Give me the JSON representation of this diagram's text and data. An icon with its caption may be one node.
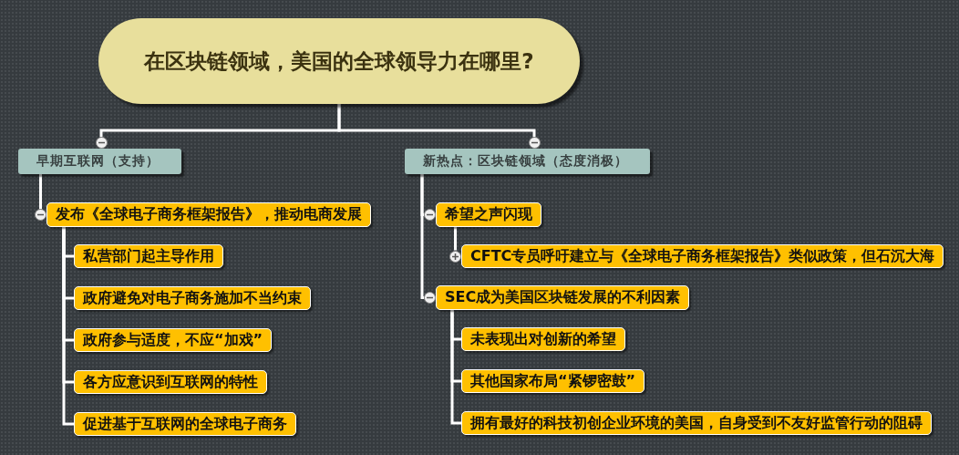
{
  "diagram": {
    "nodes": [
      {
        "text": [
          "在区块链领域，美国的全球领导力在哪里?"
        ]
      },
      {
        "text": [
          "早期互联网（支持）"
        ]
      },
      {
        "text": [
          "新热点：区块链领域（态度消极）"
        ]
      },
      {
        "text": [
          "发布《全球电子商务框架报告》，推动电商发展"
        ]
      },
      {
        "text": [
          "私营部门起主导作用"
        ]
      },
      {
        "text": [
          "政府避免对电子商务施加不当约束"
        ]
      },
      {
        "text": [
          "政府参与适度，不应“加戏”"
        ]
      },
      {
        "text": [
          "各方应意识到互联网的特性"
        ]
      },
      {
        "text": [
          "促进基于互联网的全球电子商务"
        ]
      },
      {
        "text": [
          "希望之声闪现"
        ]
      },
      {
        "text": [
          "CFTC专员呼吁建立与《全球电子商务框架报告》类似政策，但石沉大海"
        ]
      },
      {
        "text": [
          "SEC成为美国区块链发展的不利因素"
        ]
      },
      {
        "text": [
          "未表现出对创新的希望"
        ]
      },
      {
        "text": [
          "其他国家布局“紧锣密鼓”"
        ]
      },
      {
        "text": [
          "拥有最好的科技初创企业环境的美国，自身受到不友好监管行动的阻碍"
        ]
      }
    ],
    "edges": [
      {
        "from": 0,
        "to": 1,
        "arrow": "none"
      },
      {
        "from": 0,
        "to": 2,
        "arrow": "none"
      },
      {
        "from": 1,
        "to": 3,
        "arrow": "none"
      },
      {
        "from": 3,
        "to": 4,
        "arrow": "none"
      },
      {
        "from": 3,
        "to": 5,
        "arrow": "none"
      },
      {
        "from": 3,
        "to": 6,
        "arrow": "none"
      },
      {
        "from": 3,
        "to": 7,
        "arrow": "none"
      },
      {
        "from": 3,
        "to": 8,
        "arrow": "none"
      },
      {
        "from": 2,
        "to": 9,
        "arrow": "none"
      },
      {
        "from": 2,
        "to": 11,
        "arrow": "none"
      },
      {
        "from": 9,
        "to": 10,
        "arrow": "none"
      },
      {
        "from": 11,
        "to": 12,
        "arrow": "none"
      },
      {
        "from": 11,
        "to": 13,
        "arrow": "none"
      },
      {
        "from": 11,
        "to": 14,
        "arrow": "none"
      }
    ]
  }
}
